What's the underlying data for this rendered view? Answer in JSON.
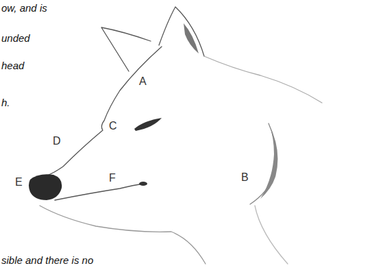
{
  "diagram": {
    "labels": [
      "ow, and is",
      "unded",
      "head",
      "h.",
      "sible and there is no",
      "A",
      "C",
      "D",
      "E",
      "F",
      "B"
    ]
  }
}
